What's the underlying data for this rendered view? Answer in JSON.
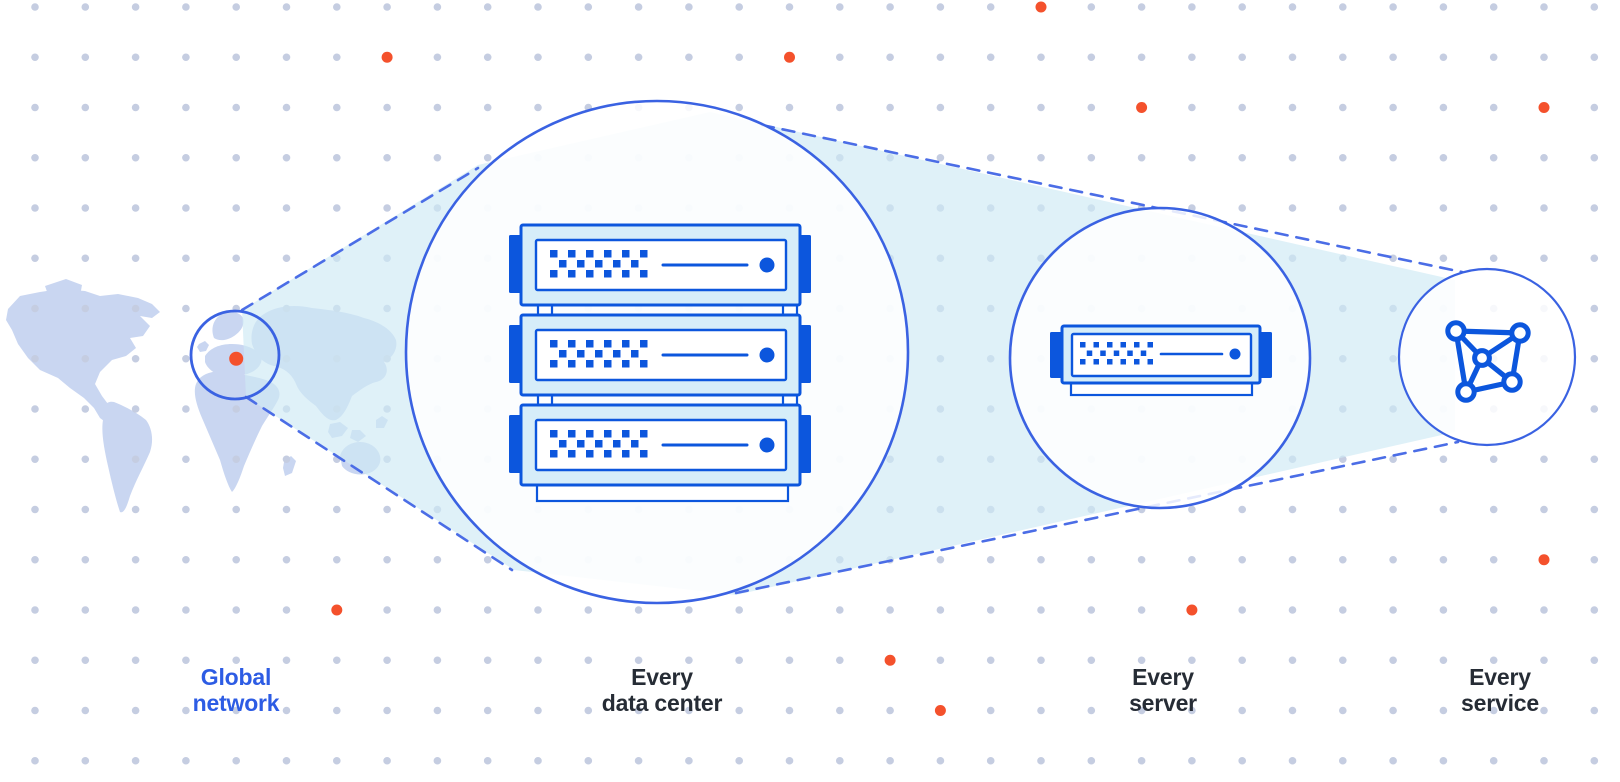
{
  "diagram": {
    "stages": [
      {
        "id": "global-network",
        "label": "Global\nnetwork",
        "label_color": "#2d5ce4",
        "icon": "world-map-focus-icon"
      },
      {
        "id": "every-data-center",
        "label": "Every\ndata center",
        "label_color": "#262c35",
        "icon": "server-rack-icon"
      },
      {
        "id": "every-server",
        "label": "Every\nserver",
        "label_color": "#262c35",
        "icon": "server-icon"
      },
      {
        "id": "every-service",
        "label": "Every\nservice",
        "label_color": "#262c35",
        "icon": "network-mesh-icon"
      }
    ]
  },
  "colors": {
    "circle_blue": "#3a62e2",
    "dash_blue": "#4b6de6",
    "server_blue": "#0c56dd",
    "band_light_blue": "#d6edf9",
    "beam_cyan": "#cfe9f4",
    "map_land": "#c9d6f1",
    "grid_dot": "#c5cde1",
    "orange": "#f4512c",
    "label_dark": "#262c35",
    "label_blue": "#2d5ce4",
    "background": "#ffffff"
  },
  "decor": {
    "orange_dots": [
      [
        20,
        0
      ],
      [
        7,
        1
      ],
      [
        15,
        1
      ],
      [
        22,
        2
      ],
      [
        30,
        2
      ],
      [
        4,
        7
      ],
      [
        30,
        11
      ],
      [
        6,
        12
      ],
      [
        23,
        12
      ],
      [
        17,
        13
      ],
      [
        18,
        14
      ]
    ],
    "globe_marker": [
      4,
      7
    ]
  }
}
